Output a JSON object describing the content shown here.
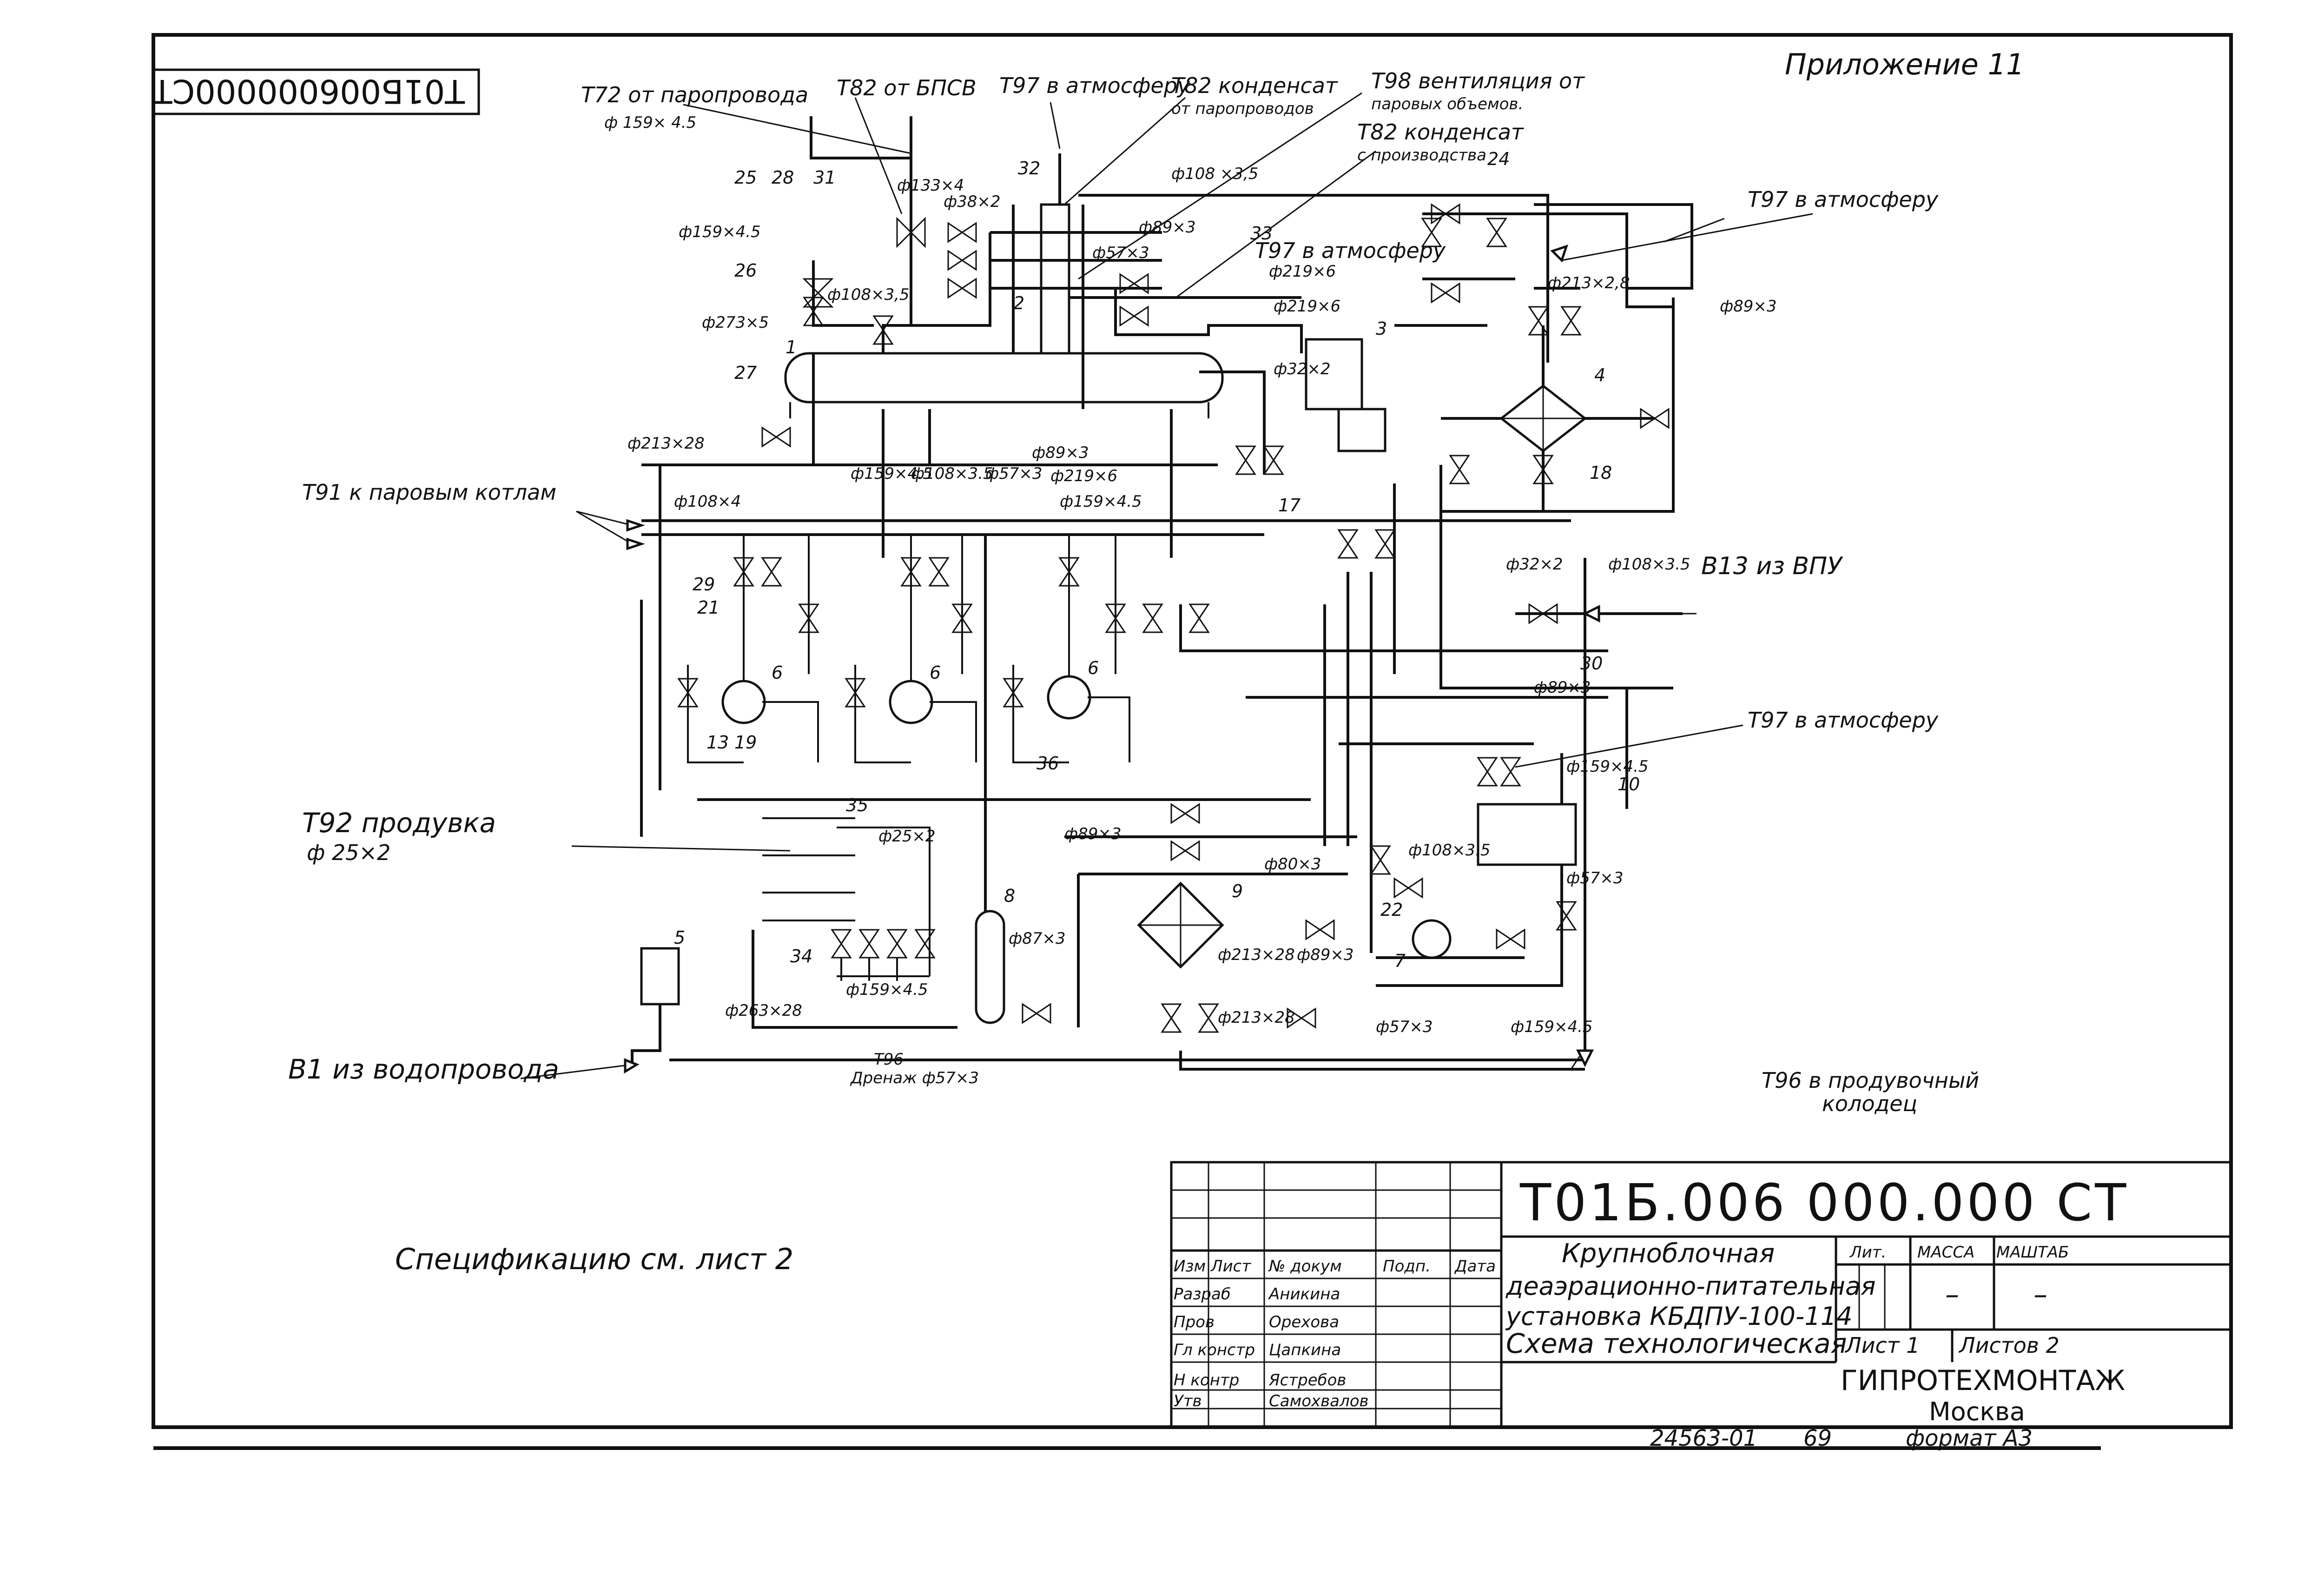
{
  "sheet": {
    "code_top": "T01Б006000000CT",
    "appendix": "Приложение 11",
    "spec_note": "Спецификацию   см. лист 2",
    "archive_no": "24563-01",
    "archive_sub": "69",
    "format": "формат А3"
  },
  "external_lines": {
    "t72": "T72 от паропровода",
    "t72_dim": "ф 159× 4.5",
    "t82": "T82 от БПСВ",
    "t97_1": "T97 в атмосферу",
    "t82_cond": "T82 конденсат",
    "t82_cond_sub": "от паропроводов",
    "t98": "T98 вентиляция от",
    "t98_sub": "паровых объемов.",
    "t82_prod": "T82 конденсат",
    "t82_prod_sub": "с производства",
    "t97_2": "T97 в атмосферу",
    "t97_3": "T97 в атмосферу",
    "t97_4": "T97 в атмосферу",
    "t91": "T91 к паровым котлам",
    "t92": "T92 продувка",
    "t92_dim": "ф 25×2",
    "b13": "B13 из ВПУ",
    "b1": "B1 из водопровода",
    "t96_drain": "T96",
    "t96_drain_sub": "Дренаж ф57×3",
    "t96_well": "T96 в продувочный",
    "t96_well_sub": "колодец"
  },
  "pipe_sizes": {
    "p1": "ф159×4.5",
    "p2": "ф273×5",
    "p3": "ф213×28",
    "p4": "ф108×3,5",
    "p5": "ф133×4",
    "p6": "ф38×2",
    "p7": "ф108 ×3,5",
    "p8": "ф89×3",
    "p9": "ф57×3",
    "p10": "ф219×6",
    "p11": "ф219×6",
    "p12": "ф213×2,8",
    "p13": "ф89×3",
    "p14": "ф32×2",
    "p15": "ф108×4",
    "p16": "ф159×4.5",
    "p17": "ф108×3.5",
    "p18": "ф57×3",
    "p19": "ф89×3",
    "p20": "ф219×6",
    "p21": "ф159×4.5",
    "p22": "ф25×2",
    "p23": "ф159×4.5",
    "p24": "ф263×28",
    "p25": "ф87×3",
    "p26": "ф213×28",
    "p27": "ф89×3",
    "p28": "ф80×3",
    "p29": "ф108×3.5",
    "p30": "ф57×3",
    "p31": "ф159×4.5",
    "p32": "ф57×3",
    "p33": "ф159×4.5",
    "p34": "ф89×3",
    "p35": "ф108×3.5",
    "p36": "ф32×2",
    "p37": "ф213×28",
    "p38": "ф89×3"
  },
  "title_block": {
    "designation": "T01Б.006 000.000 CT",
    "name_line1": "Крупноблочная",
    "name_line2": "деаэрационно-питательная",
    "name_line3": "установка КБДПУ-100-114",
    "name_line4": "Схема технологическая",
    "col_izm": "Изм",
    "col_list": "Лист",
    "col_doc": "№ докум",
    "col_sign": "Подп.",
    "col_date": "Дата",
    "r1_role": "Разраб",
    "r1_name": "Аникина",
    "r2_role": "Пров",
    "r2_name": "Орехова",
    "r3_role": "Гл констр",
    "r3_name": "Цапкина",
    "r4_role": "Н контр",
    "r4_name": "Ястребов",
    "r5_role": "Утв",
    "r5_name": "Самохвалов",
    "lit": "Лит.",
    "mass": "МАССА",
    "scale": "МАШТАБ",
    "mass_val": "–",
    "scale_val": "–",
    "sheet": "Лист 1",
    "sheets": "Листов 2",
    "org": "ГИПРОТЕХМОНТАЖ",
    "city": "Москва"
  },
  "equipment_numbers": [
    "1",
    "2",
    "3",
    "4",
    "5",
    "6",
    "6",
    "6",
    "7",
    "8",
    "9",
    "10",
    "13",
    "17",
    "18",
    "19",
    "21",
    "22",
    "24",
    "25",
    "26",
    "27",
    "28",
    "29",
    "30",
    "31",
    "32",
    "33",
    "34",
    "35",
    "36"
  ],
  "colors": {
    "ink": "#111111",
    "paper": "#ffffff"
  }
}
